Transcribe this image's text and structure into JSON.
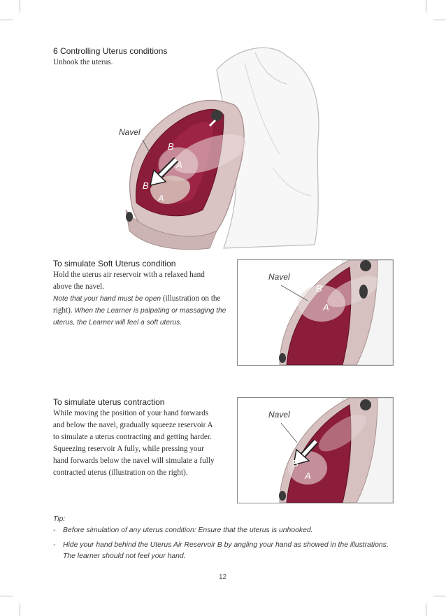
{
  "section6": {
    "heading": "6 Controlling Uterus conditions",
    "body": "Unhook the uterus."
  },
  "main_illustration": {
    "label_navel": "Navel",
    "label_b_upper": "B",
    "label_a_upper": "A",
    "label_b_lower": "B",
    "label_a_lower": "A"
  },
  "soft": {
    "heading": "To simulate Soft Uterus condition",
    "line1": "Hold the uterus air reservoir with a relaxed hand",
    "line2": "above the navel.",
    "italic1": "Note that your hand must be open",
    "plain1": " (illustration on the",
    "plain2": "right).",
    "italic2": " When the Learner is palpating or massaging the",
    "italic3": "uterus, the Learner will feel a soft uterus.",
    "illus": {
      "navel": "Navel",
      "b": "B",
      "a": "A"
    }
  },
  "contraction": {
    "heading": "To simulate uterus contraction",
    "lines": [
      "While moving the position of your hand forwards",
      "and below the navel, gradually squeeze reservoir A",
      "to simulate a uterus contracting and getting harder.",
      "Squeezing reservoir A fully, while pressing your",
      "hand forwards below the navel will simulate a fully",
      "contracted uterus (illustration on the right)."
    ],
    "illus": {
      "navel": "Navel",
      "b": "B",
      "a": "A"
    }
  },
  "tips": {
    "title": "Tip:",
    "items": [
      {
        "dash": "-",
        "text": "Before simulation of any uterus condition: Ensure that the uterus is unhooked."
      },
      {
        "dash": "-",
        "text": "Hide your hand behind the Uterus Air Reservoir B by angling your hand as showed in the illustrations."
      }
    ],
    "continuation": "The learner should not feel your hand."
  },
  "page_number": "12"
}
